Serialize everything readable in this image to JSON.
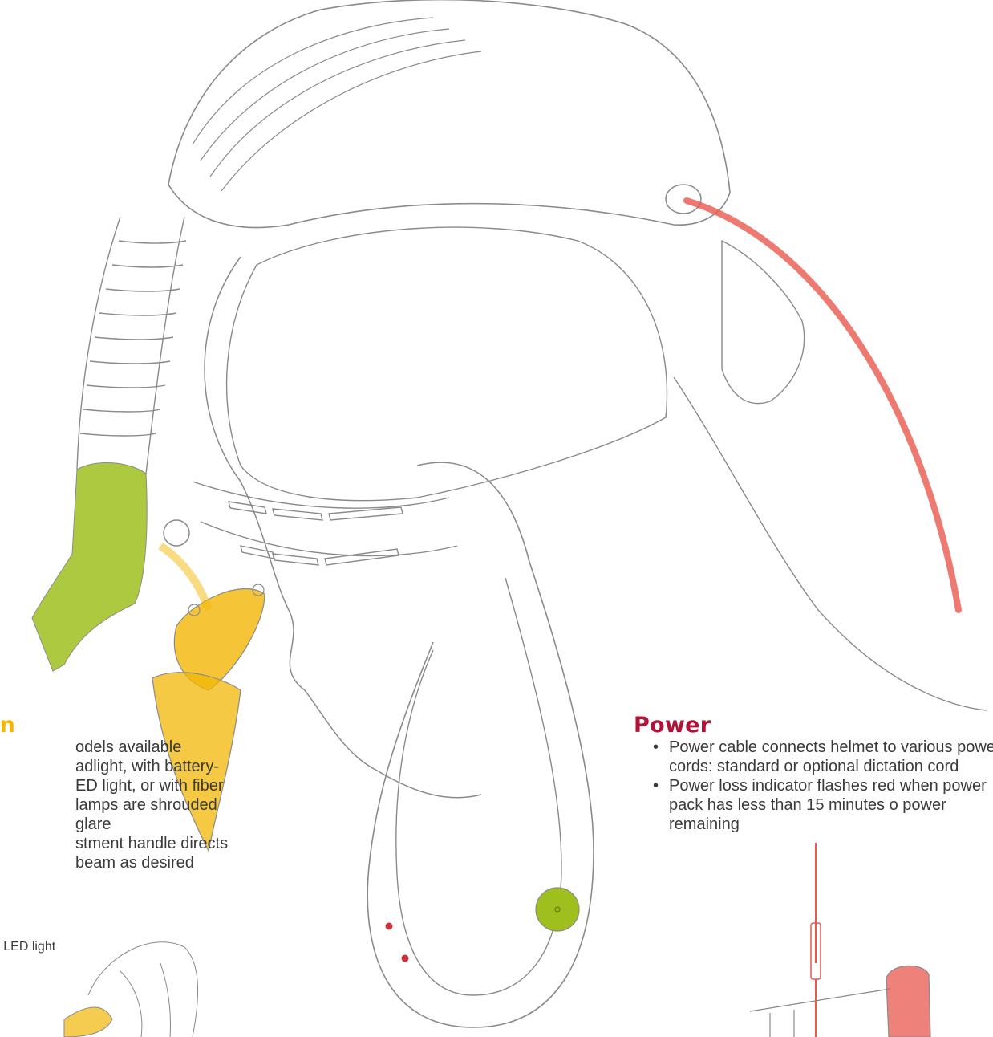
{
  "colors": {
    "line": "#8a8a8a",
    "illumination_yellow": "#f2b705",
    "power_red": "#b0133a",
    "visor_green": "#9fbf1f",
    "cable_red": "#e8584e"
  },
  "illumination": {
    "heading": "tion",
    "bullets": [
      "odels available",
      "adlight, with battery-",
      "ED light, or with fiber",
      "lamps are shrouded",
      "glare",
      "stment handle directs",
      "beam as desired"
    ],
    "inset_caption": "ed LED light"
  },
  "power": {
    "heading": "Power",
    "bullet_marker": "•",
    "bullets": [
      "Power cable connects helmet to various power cords: standard or optional dictation cord",
      "Power loss indicator flashes red when power pack has less than 15 minutes o power remaining"
    ]
  }
}
